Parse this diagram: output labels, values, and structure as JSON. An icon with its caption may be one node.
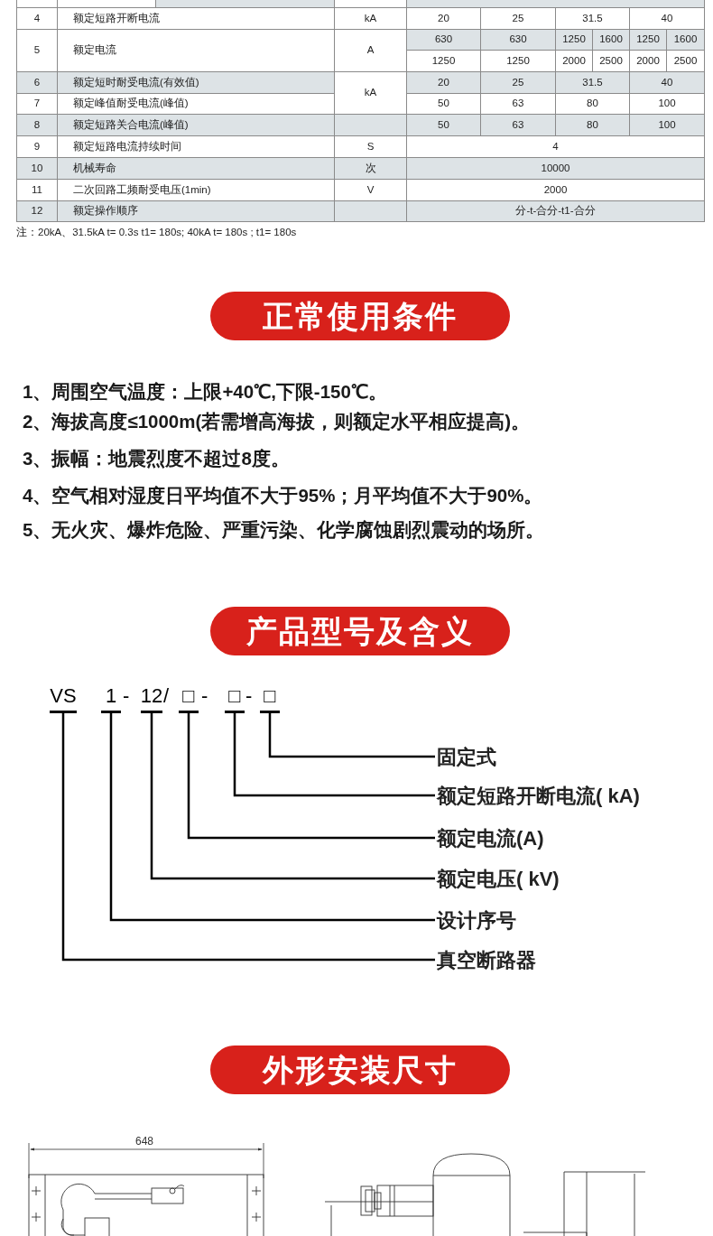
{
  "diagram": {
    "nodes": [
      {
        "text": [
          "正常使用条件"
        ]
      },
      {
        "text": [
          "产品型号及含义"
        ]
      },
      {
        "text": [
          "VS"
        ]
      },
      {
        "text": [
          "1"
        ]
      },
      {
        "text": [
          "12"
        ]
      },
      {
        "text": [
          "□"
        ]
      },
      {
        "text": [
          "□"
        ]
      },
      {
        "text": [
          "□"
        ]
      },
      {
        "text": [
          "固定式"
        ]
      },
      {
        "text": [
          "额定短路开断电流( kA)"
        ]
      },
      {
        "text": [
          "额定电流(A)"
        ]
      },
      {
        "text": [
          "额定电压( kV)"
        ]
      },
      {
        "text": [
          "设计序号"
        ]
      },
      {
        "text": [
          "真空断路器"
        ]
      },
      {
        "text": [
          "外形安装尺寸"
        ]
      }
    ],
    "edges": [
      {
        "from": 8,
        "to": 7,
        "arrow": "none"
      },
      {
        "from": 9,
        "to": 6,
        "arrow": "none"
      },
      {
        "from": 10,
        "to": 5,
        "arrow": "none"
      },
      {
        "from": 11,
        "to": 4,
        "arrow": "none"
      },
      {
        "from": 12,
        "to": 3,
        "arrow": "none"
      },
      {
        "from": 13,
        "to": 2,
        "arrow": "none"
      }
    ],
    "labels": [
      "4",
      "额定短路开断电流",
      "kA",
      "20",
      "25",
      "31.5",
      "40",
      "5",
      "额定电流",
      "A",
      "630",
      "630",
      "1250",
      "1600",
      "1250",
      "1600",
      "1250",
      "1250",
      "2000",
      "2500",
      "2000",
      "2500",
      "6",
      "额定短时耐受电流(有效值)",
      "kA",
      "20",
      "25",
      "31.5",
      "40",
      "7",
      "额定峰值耐受电流(峰值)",
      "50",
      "63",
      "80",
      "100",
      "8",
      "额定短路关合电流(峰值)",
      "50",
      "63",
      "80",
      "100",
      "9",
      "额定短路电流持续时间",
      "S",
      "4",
      "10",
      "机械寿命",
      "次",
      "10000",
      "11",
      "二次回路工频耐受电压(1min)",
      "V",
      "2000",
      "12",
      "额定操作顺序",
      "分-t-合分-t1-合分",
      "注：20kA、31.5kA  t= 0.3s t1= 180s; 40kA t= 180s ; t1= 180s",
      "1、周围空气温度：上限+40℃,下限-150℃。",
      "2、海拔高度≤1000m(若需增高海拔，则额定水平相应提高)。",
      "3、振幅：地震烈度不超过8度。",
      "4、空气相对湿度日平均值不大于95%；月平均值不大于90%。",
      "5、无火灾、爆炸危险、严重污染、化学腐蚀剧烈震动的场所。",
      "-",
      "/",
      "-",
      "-",
      "648"
    ]
  }
}
